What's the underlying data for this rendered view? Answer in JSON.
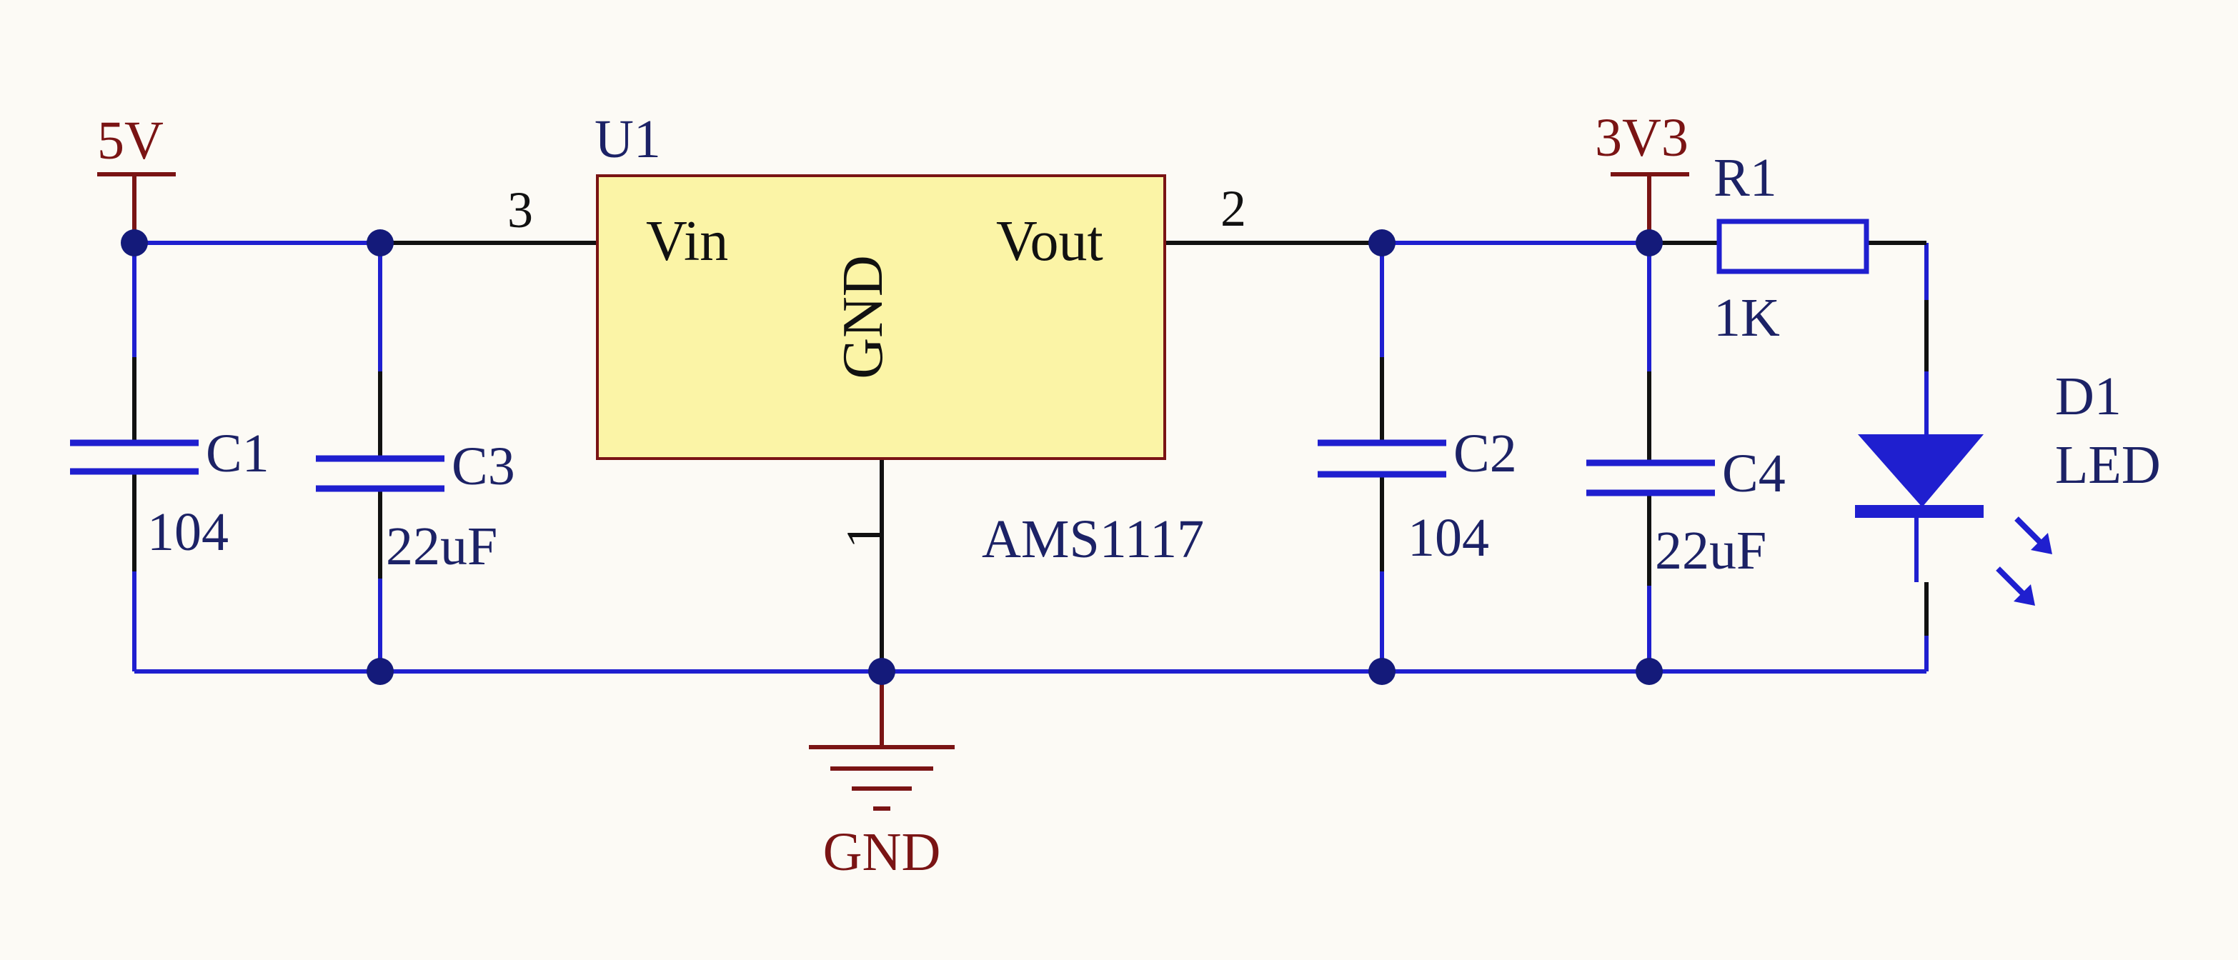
{
  "colors": {
    "background": "#fcfaf5",
    "wire": "#1f1fcf",
    "pin_wire": "#111111",
    "power_symbol": "#7a1414",
    "label": "#1c2266",
    "ic_fill": "#fbf4a6",
    "ic_border": "#7a1414",
    "junction": "#141a7a"
  },
  "power": {
    "input_net": "5V",
    "output_net": "3V3",
    "ground_net": "GND"
  },
  "regulator": {
    "designator": "U1",
    "part": "AMS1117",
    "pin_vin_label": "Vin",
    "pin_vout_label": "Vout",
    "pin_gnd_label": "GND",
    "pin_vin_number": "3",
    "pin_vout_number": "2",
    "pin_gnd_number": "1"
  },
  "capacitors": [
    {
      "designator": "C1",
      "value": "104"
    },
    {
      "designator": "C3",
      "value": "22uF"
    },
    {
      "designator": "C2",
      "value": "104"
    },
    {
      "designator": "C4",
      "value": "22uF"
    }
  ],
  "resistor": {
    "designator": "R1",
    "value": "1K"
  },
  "led": {
    "designator": "D1",
    "value": "LED"
  }
}
